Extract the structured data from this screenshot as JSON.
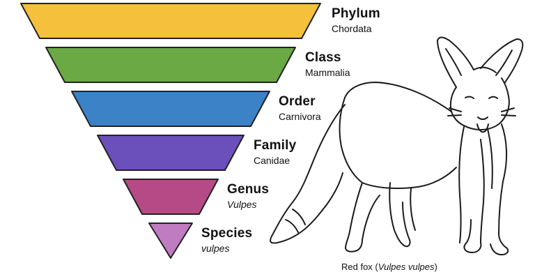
{
  "ranks": [
    {
      "name": "Phylum",
      "taxon": "Chordata",
      "color": "#f5c13c",
      "italic": false
    },
    {
      "name": "Class",
      "taxon": "Mammalia",
      "color": "#6aa944",
      "italic": false
    },
    {
      "name": "Order",
      "taxon": "Carnivora",
      "color": "#3b82c7",
      "italic": false
    },
    {
      "name": "Family",
      "taxon": "Canidae",
      "color": "#6b4fbb",
      "italic": false
    },
    {
      "name": "Genus",
      "taxon": "Vulpes",
      "color": "#b54a86",
      "italic": true
    },
    {
      "name": "Species",
      "taxon": "vulpes",
      "color": "#c07cc0",
      "italic": true
    }
  ],
  "caption": {
    "prefix": "Red fox (",
    "scientific_name": "Vulpes vulpes",
    "suffix": ")"
  },
  "illustration": {
    "subject": "red-fox-line-drawing-icon"
  }
}
